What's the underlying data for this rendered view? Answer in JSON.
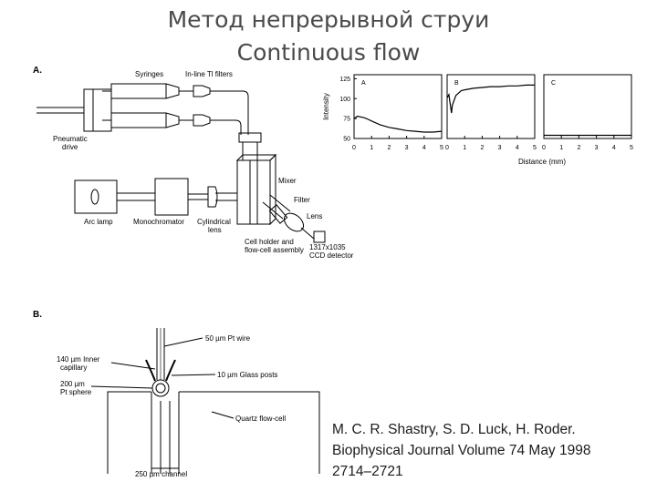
{
  "slide": {
    "title_ru": "Метод непрерывной струи",
    "title_en": "Continuous flow",
    "citation": [
      "M. C. R. Shastry, S. D. Luck, H. Roder.",
      "Biophysical Journal Volume 74 May 1998",
      "2714–2721"
    ]
  },
  "panel_a": {
    "label": "A.",
    "labels": {
      "syringes": "Syringes",
      "filters": "In-line Tl filters",
      "pneumatic1": "Pneumatic",
      "pneumatic2": "drive",
      "mixer": "Mixer",
      "filter": "Filter",
      "lens": "Lens",
      "arc_lamp": "Arc lamp",
      "monochromator": "Monochromator",
      "cyl1": "Cylindrical",
      "cyl2": "lens",
      "cell1": "Cell holder and",
      "cell2": "flow-cell assembly",
      "ccd1": "1317x1035",
      "ccd2": "CCD detector"
    }
  },
  "panel_b": {
    "label": "B.",
    "labels": {
      "wire": "50 µm Pt wire",
      "inner1": "140 µm Inner",
      "inner2": "capillary",
      "posts": "10 µm Glass posts",
      "sphere1": "200 µm",
      "sphere2": "Pt sphere",
      "quartz": "Quartz flow-cell",
      "channel": "250 µm channel"
    }
  },
  "chart_data": [
    {
      "type": "line",
      "panel": "A",
      "ylabel": "Intensity",
      "xlabel": "",
      "yticks": [
        50,
        75,
        100,
        125
      ],
      "ylim": [
        50,
        130
      ],
      "xticks": [
        0,
        1,
        2,
        3,
        4,
        5
      ],
      "xlim": [
        0,
        5
      ],
      "x": [
        0,
        0.2,
        0.4,
        0.6,
        0.8,
        1.0,
        1.5,
        2.0,
        2.5,
        3.0,
        3.5,
        4.0,
        4.5,
        5.0
      ],
      "y": [
        75,
        78,
        77,
        76,
        74,
        72,
        67,
        64,
        62,
        60,
        59,
        58,
        58,
        59
      ]
    },
    {
      "type": "line",
      "panel": "B",
      "ylabel": "",
      "xlabel": "",
      "xticks": [
        0,
        1,
        2,
        3,
        4,
        5
      ],
      "xlim": [
        0,
        5
      ],
      "ylim": [
        50,
        130
      ],
      "x": [
        0,
        0.1,
        0.2,
        0.25,
        0.3,
        0.5,
        0.8,
        1.0,
        1.5,
        2.0,
        2.5,
        3.0,
        3.5,
        4.0,
        4.5,
        5.0
      ],
      "y": [
        101,
        105,
        90,
        82,
        92,
        104,
        110,
        111,
        113,
        114,
        115,
        115,
        116,
        116,
        117,
        117
      ]
    },
    {
      "type": "line",
      "panel": "C",
      "ylabel": "",
      "xlabel": "Distance (mm)",
      "xticks": [
        0,
        1,
        2,
        3,
        4,
        5
      ],
      "xlim": [
        0,
        5
      ],
      "ylim": [
        50,
        130
      ],
      "x": [
        0,
        1,
        2,
        3,
        4,
        5
      ],
      "y": [
        54,
        54,
        54,
        54,
        54,
        54
      ]
    }
  ]
}
